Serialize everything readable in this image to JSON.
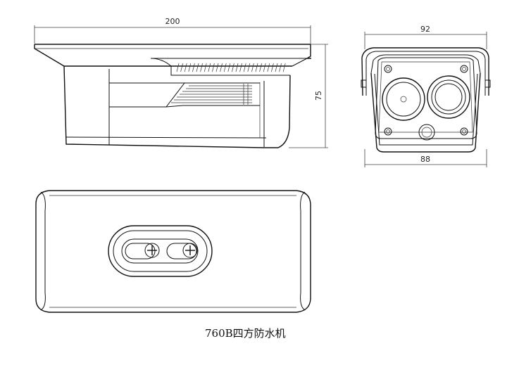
{
  "dimensions": {
    "width_side": "200",
    "height_side": "75",
    "width_front_top": "92",
    "width_front_bottom": "88"
  },
  "caption": "760B四方防水机"
}
